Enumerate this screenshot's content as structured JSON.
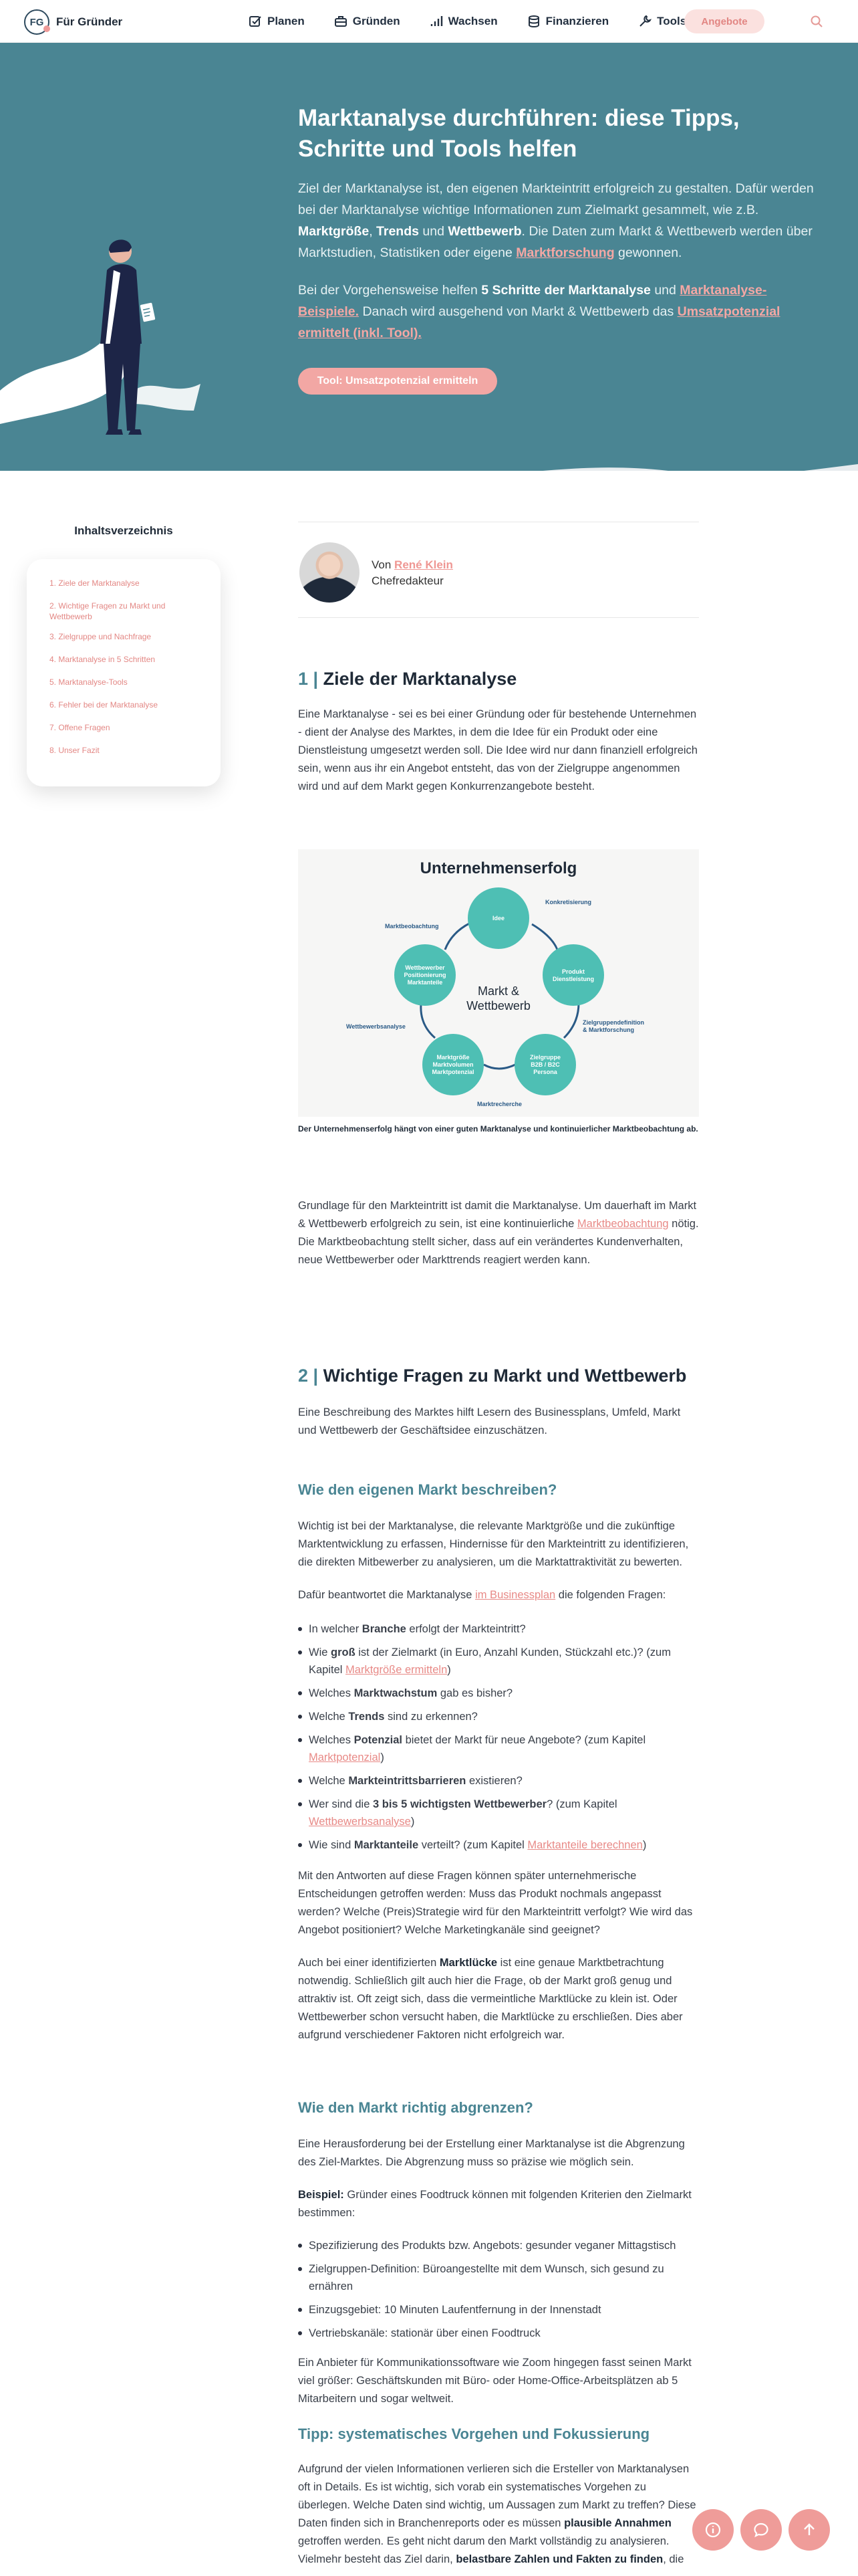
{
  "header": {
    "logo_badge": "FG",
    "logo_text": "Für Gründer",
    "nav": [
      "Planen",
      "Gründen",
      "Wachsen",
      "Finanzieren",
      "Tools"
    ],
    "angebote": "Angebote"
  },
  "hero": {
    "title": "Marktanalyse durchführen: diese Tipps, Schritte und Tools helfen",
    "p1_a": "Ziel der Marktanalyse ist, den eigenen Markteintritt erfolgreich zu gestalten. Dafür werden bei der Marktanalyse wichtige Informationen zum Zielmarkt gesammelt, wie z.B. ",
    "p1_b1": "Marktgröße",
    "p1_c": ", ",
    "p1_b2": "Trends",
    "p1_d": " und ",
    "p1_b3": "Wettbewerb",
    "p1_e": ". Die Daten zum Markt & Wettbewerb werden über Marktstudien, Statistiken oder eigene ",
    "p1_link": "Marktforschung",
    "p1_f": " gewonnen.",
    "p2_a": "Bei der Vorgehensweise helfen ",
    "p2_b": "5 Schritte der Marktanalyse",
    "p2_c": " und ",
    "p2_link1": "Marktanalyse-Beispiele.",
    "p2_d": " Danach wird ausgehend von Markt & Wettbewerb das ",
    "p2_link2": "Umsatzpotenzial ermittelt (inkl. Tool).",
    "button": "Tool: Umsatzpotenzial ermitteln"
  },
  "toc": {
    "title": "Inhaltsverzeichnis",
    "items": [
      "1. Ziele der Marktanalyse",
      "2. Wichtige Fragen zu Markt und Wettbewerb",
      "3. Zielgruppe und Nachfrage",
      "4. Marktanalyse in 5 Schritten",
      "5. Marktanalyse-Tools",
      "6. Fehler bei der Marktanalyse",
      "7. Offene Fragen",
      "8. Unser Fazit"
    ]
  },
  "author": {
    "prefix": "Von ",
    "name": "René Klein",
    "role": "Chefredakteur"
  },
  "s1": {
    "num": "1 |",
    "title": "Ziele der Marktanalyse",
    "p1": "Eine Marktanalyse - sei es bei einer Gründung oder für bestehende Unternehmen - dient der Analyse des Marktes, in dem die Idee für ein Produkt oder eine Dienstleistung umgesetzt werden soll. Die Idee wird nur dann finanziell erfolgreich sein, wenn aus ihr ein Angebot entsteht, das von der Zielgruppe angenommen wird und auf dem Markt gegen Konkurrenzangebote besteht.",
    "diagram": {
      "title": "Unternehmenserfolg",
      "center1": "Markt &",
      "center2": "Wettbewerb",
      "n1": "Idee",
      "n2a": "Produkt",
      "n2b": "Dienstleistung",
      "n3a": "Zielgruppe",
      "n3b": "B2B / B2C",
      "n3c": "Persona",
      "n4a": "Marktgröße",
      "n4b": "Marktvolumen",
      "n4c": "Marktpotenzial",
      "n5a": "Wettbewerber",
      "n5b": "Positionierung",
      "n5c": "Marktanteile",
      "e1": "Marktbeobachtung",
      "e2": "Konkretisierung",
      "e3a": "Zielgruppendefinition",
      "e3b": "& Marktforschung",
      "e4": "Marktrecherche",
      "e5": "Wettbewerbsanalyse"
    },
    "caption": "Der Unternehmenserfolg hängt von einer guten Marktanalyse und kontinuierlicher Marktbeobachtung ab.",
    "p2_a": "Grundlage für den Markteintritt ist damit die Marktanalyse. Um dauerhaft im Markt & Wettbewerb erfolgreich zu sein, ist eine kontinuierliche ",
    "p2_link": "Marktbeobachtung",
    "p2_b": " nötig. Die Marktbeobachtung stellt sicher, dass auf ein verändertes Kundenverhalten, neue Wettbewerber oder Markttrends reagiert werden kann."
  },
  "s2": {
    "num": "2 |",
    "title": "Wichtige Fragen zu Markt und Wettbewerb",
    "p1": "Eine Beschreibung des Marktes hilft Lesern des Businessplans, Umfeld, Markt und Wettbewerb der Geschäftsidee einzuschätzen.",
    "h_a": "Wie den eigenen Markt beschreiben?",
    "pa1": "Wichtig ist bei der Marktanalyse, die relevante Marktgröße und die zukünftige Marktentwicklung zu erfassen, Hindernisse für den Markteintritt zu identifizieren, die direkten Mitbewerber zu analysieren, um die Marktattraktivität zu bewerten.",
    "pa2_a": "Dafür beantwortet die Marktanalyse ",
    "pa2_link": "im Businessplan",
    "pa2_b": " die folgenden Fragen:",
    "q1a": "In welcher ",
    "q1b": "Branche",
    "q1c": " erfolgt der Markteintritt?",
    "q2a": "Wie ",
    "q2b": "groß",
    "q2c": " ist der Zielmarkt (in Euro, Anzahl Kunden, Stückzahl etc.)? (zum Kapitel ",
    "q2l": "Marktgröße ermitteln",
    "q2d": ")",
    "q3a": "Welches ",
    "q3b": "Marktwachstum",
    "q3c": " gab es bisher?",
    "q4a": "Welche ",
    "q4b": "Trends",
    "q4c": " sind zu erkennen?",
    "q5a": "Welches ",
    "q5b": "Potenzial",
    "q5c": " bietet der Markt für neue Angebote? (zum Kapitel ",
    "q5l": "Marktpotenzial",
    "q5d": ")",
    "q6a": "Welche ",
    "q6b": "Markteintrittsbarrieren",
    "q6c": " existieren?",
    "q7a": "Wer sind die ",
    "q7b": "3 bis 5 wichtigsten Wettbewerber",
    "q7c": "? (zum Kapitel ",
    "q7l": "Wettbewerbsanalyse",
    "q7d": ")",
    "q8a": "Wie sind ",
    "q8b": "Marktanteile",
    "q8c": " verteilt? (zum Kapitel ",
    "q8l": "Marktanteile berechnen",
    "q8d": ")",
    "pa3": "Mit den Antworten auf diese Fragen können später unternehmerische Entscheidungen getroffen werden: Muss das Produkt nochmals angepasst werden? Welche (Preis)Strategie wird für den Markteintritt verfolgt? Wie wird das Angebot positioniert? Welche Marketingkanäle sind geeignet?",
    "pa4_a": "Auch bei einer identifizierten ",
    "pa4_b": "Marktlücke",
    "pa4_c": " ist eine genaue Marktbetrachtung notwendig. Schließlich gilt auch hier die Frage, ob der Markt groß genug und attraktiv ist. Oft zeigt sich, dass die vermeintliche Marktlücke zu klein ist. Oder Wettbewerber schon versucht haben, die Marktlücke zu erschließen. Dies aber aufgrund verschiedener Faktoren nicht erfolgreich war.",
    "h_b": "Wie den Markt richtig abgrenzen?",
    "pb1": "Eine Herausforderung bei der Erstellung einer Marktanalyse ist die Abgrenzung des Ziel-Marktes. Die Abgrenzung muss so präzise wie möglich sein.",
    "pb2_b": "Beispiel:",
    "pb2_c": " Gründer eines Foodtruck können mit folgenden Kriterien den Zielmarkt bestimmen:",
    "k1": "Spezifizierung des Produkts bzw. Angebots: gesunder veganer Mittagstisch",
    "k2": "Zielgruppen-Definition: Büroangestellte mit dem Wunsch, sich gesund zu ernähren",
    "k3": "Einzugsgebiet: 10 Minuten Laufentfernung in der Innenstadt",
    "k4": "Vertriebskanäle: stationär über einen Foodtruck",
    "pb3": "Ein Anbieter für Kommunikationssoftware wie Zoom hingegen fasst seinen Markt viel größer: Geschäftskunden mit Büro- oder Home-Office-Arbeitsplätzen ab 5 Mitarbeitern und sogar weltweit.",
    "h_c": "Tipp: systematisches Vorgehen und Fokussierung",
    "pc1_a": "Aufgrund der vielen Informationen verlieren sich die Ersteller von Marktanalysen oft in Details. Es ist wichtig, sich vorab ein systematisches Vorgehen zu überlegen. Welche Daten sind wichtig, um Aussagen zum Markt zu treffen? Diese Daten finden sich in Branchenreports oder es müssen ",
    "pc1_b": "plausible Annahmen",
    "pc1_c": " getroffen werden. Es geht nicht darum den Markt vollständig zu analysieren. Vielmehr besteht das Ziel darin, ",
    "pc1_d": "belastbare Zahlen und Fakten zu finden",
    ", ": "",
    "pc1_e": ", die"
  }
}
